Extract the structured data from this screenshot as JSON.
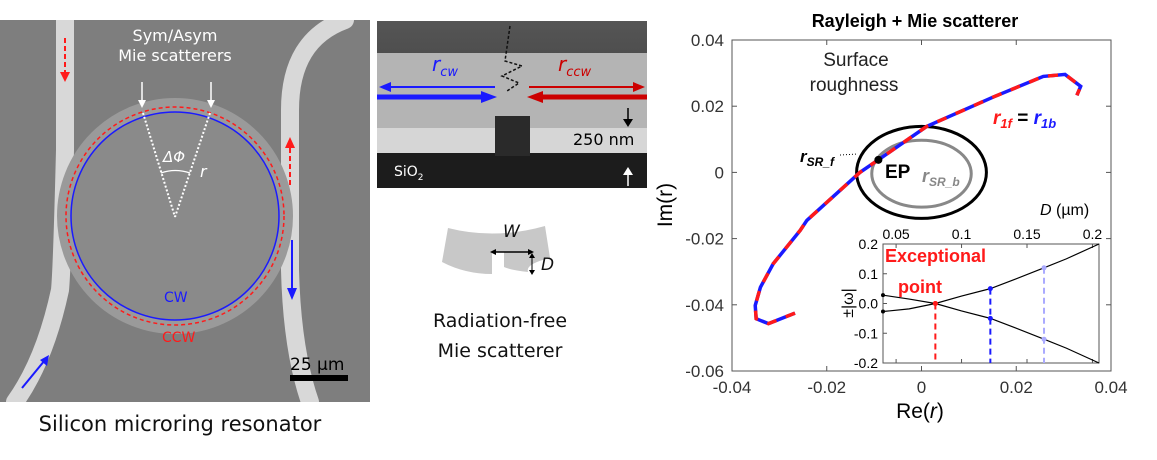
{
  "panel_a": {
    "annotation_line1": "Sym/Asym",
    "annotation_line2": "Mie scatterers",
    "angle_label": "ΔΦ",
    "radius_label": "r",
    "cw_label": "CW",
    "ccw_label": "CCW",
    "scale_bar_label": "25 µm",
    "caption": "Silicon microring resonator",
    "colors": {
      "cw": "#1a1aff",
      "ccw": "#ff1a1a"
    }
  },
  "panel_b": {
    "r_cw_main": "r",
    "r_cw_sub": "cw",
    "r_ccw_main": "r",
    "r_ccw_sub": "ccw",
    "thickness_label": "250 nm",
    "substrate_main": "SiO",
    "substrate_sub": "2",
    "w_label": "W",
    "d_label": "D",
    "caption_line1": "Radiation-free",
    "caption_line2": "Mie scatterer"
  },
  "chart_data": {
    "type": "line",
    "title": "Rayleigh +  Mie scatterer",
    "xlabel_main": "Re(",
    "xlabel_var": "r",
    "xlabel_end": ")",
    "ylabel": "Im(r)",
    "xlim": [
      -0.04,
      0.04
    ],
    "ylim": [
      -0.06,
      0.04
    ],
    "xticks": [
      "-0.04",
      "-0.02",
      "0",
      "0.02",
      "0.04"
    ],
    "xtick_values": [
      -0.04,
      -0.02,
      0,
      0.02,
      0.04
    ],
    "yticks": [
      "0.04",
      "0.02",
      "0",
      "-0.02",
      "-0.04",
      "-0.06"
    ],
    "ytick_values": [
      0.04,
      0.02,
      0,
      -0.02,
      -0.04,
      -0.06
    ],
    "series": [
      {
        "name": "r1f = r1b",
        "style": "red/blue dashed",
        "x": [
          -0.0267,
          -0.0323,
          -0.0349,
          -0.0351,
          -0.034,
          -0.0313,
          -0.0256,
          -0.0242,
          -0.013,
          -0.0091,
          0.0011,
          0.0152,
          0.0257,
          0.0303,
          0.0336,
          0.0328
        ],
        "y": [
          -0.0425,
          -0.0457,
          -0.0442,
          -0.0402,
          -0.0347,
          -0.0276,
          -0.0175,
          -0.0145,
          0.0,
          0.0038,
          0.0139,
          0.0228,
          0.029,
          0.0296,
          0.026,
          0.0233
        ]
      }
    ],
    "ellipses": [
      {
        "name": "r_SR_f",
        "color": "#000000",
        "cx": 0.0,
        "cy": 0.0,
        "rx": 0.0137,
        "ry": 0.0139
      },
      {
        "name": "r_SR_b",
        "color": "#888888",
        "cx": 0.0,
        "cy": -0.0004,
        "rx": 0.0105,
        "ry": 0.0101
      }
    ],
    "ep_point": {
      "x": -0.0091,
      "y": 0.0038,
      "label": "EP"
    },
    "annotations": {
      "surface_line1": "Surface",
      "surface_line2": "roughness",
      "r1f_main": "r",
      "r1f_sub": "1f",
      "equals": " = ",
      "r1b_main": "r",
      "r1b_sub": "1b",
      "rsrf_main": "r",
      "rsrf_sub": "SR_f",
      "rsrb_main": "r",
      "rsrb_sub": "SR_b"
    },
    "colors": {
      "red": "#ff1a1a",
      "blue": "#1a1aff"
    },
    "inset": {
      "type": "line",
      "xlabel_var": "D",
      "xlabel_unit": " (µm)",
      "ylabel": "±|ω|",
      "xlim": [
        0.04,
        0.205
      ],
      "ylim": [
        -0.2,
        0.2
      ],
      "xticks": [
        "0.05",
        "0.1",
        "0.15",
        "0.2"
      ],
      "xtick_values": [
        0.05,
        0.1,
        0.15,
        0.2
      ],
      "yticks": [
        "0.2",
        "0.1",
        "0.0",
        "-0.1",
        "-0.2"
      ],
      "ytick_values": [
        0.2,
        0.1,
        0.0,
        -0.1,
        -0.2
      ],
      "x": [
        0.04,
        0.06,
        0.08,
        0.1,
        0.122,
        0.14,
        0.163,
        0.18,
        0.205
      ],
      "series": [
        {
          "name": "upper",
          "values": [
            -0.027,
            -0.018,
            0.0,
            0.025,
            0.05,
            0.08,
            0.12,
            0.15,
            0.2
          ]
        },
        {
          "name": "lower",
          "values": [
            0.028,
            0.015,
            0.0,
            -0.025,
            -0.05,
            -0.08,
            -0.12,
            -0.15,
            -0.2
          ]
        }
      ],
      "markers": [
        {
          "x": 0.08,
          "value": 0.0,
          "color": "#ff1a1a"
        },
        {
          "x": 0.122,
          "value": 0.05,
          "color": "#1a1aff"
        },
        {
          "x": 0.163,
          "value": 0.12,
          "color": "#aaaaff"
        }
      ],
      "ep_label_line1": "Exceptional",
      "ep_label_line2": "point"
    }
  }
}
